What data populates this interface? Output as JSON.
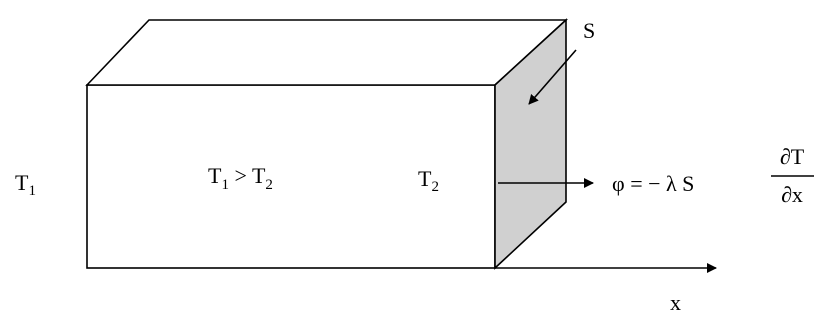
{
  "labels": {
    "t1_left": {
      "base": "T",
      "sub": "1"
    },
    "relation": {
      "left_base": "T",
      "left_sub": "1",
      "op": " > ",
      "right_base": "T",
      "right_sub": "2"
    },
    "t2_right": {
      "base": "T",
      "sub": "2"
    },
    "surface": "S",
    "axis": "x",
    "flux": {
      "lhs": "φ = − λ  S",
      "numerator": "∂T",
      "denominator": "∂x"
    }
  },
  "colors": {
    "stroke": "#000000",
    "face_fill": "#d0d0d0",
    "background": "#ffffff"
  }
}
